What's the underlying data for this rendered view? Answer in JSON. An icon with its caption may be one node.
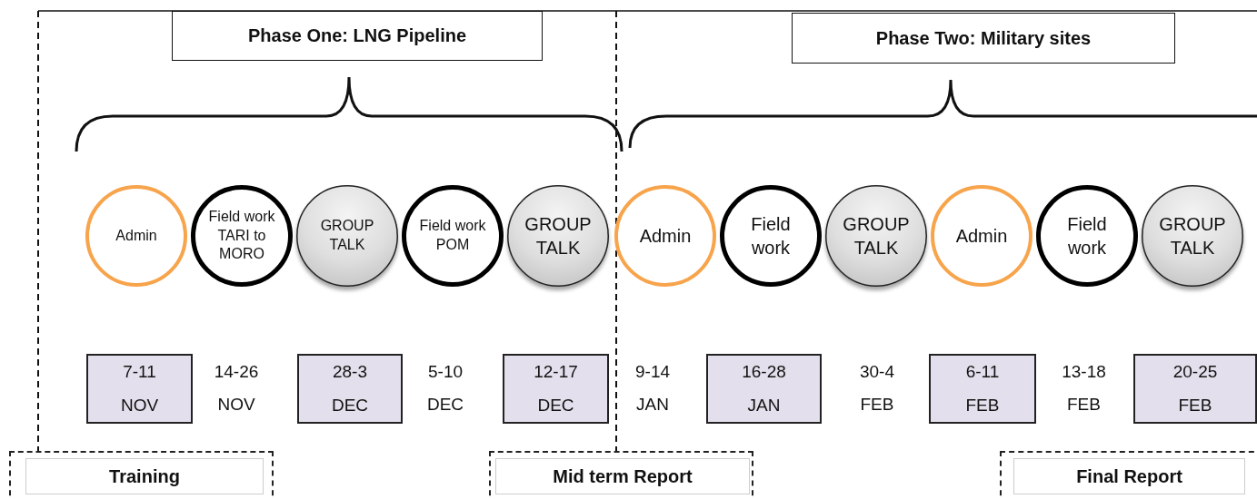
{
  "diagram": {
    "nodes": [
      {
        "text": [
          "Phase One: LNG Pipeline"
        ]
      },
      {
        "text": [
          "Phase Two: Military sites"
        ]
      },
      {
        "text": [
          "Admin"
        ]
      },
      {
        "text": [
          "Field work TARI to MORO"
        ]
      },
      {
        "text": [
          "GROUP TALK"
        ]
      },
      {
        "text": [
          "Field work POM"
        ]
      },
      {
        "text": [
          "GROUP TALK"
        ]
      },
      {
        "text": [
          "Admin"
        ]
      },
      {
        "text": [
          "Field work"
        ]
      },
      {
        "text": [
          "GROUP TALK"
        ]
      },
      {
        "text": [
          "Admin"
        ]
      },
      {
        "text": [
          "Field work"
        ]
      },
      {
        "text": [
          "GROUP TALK"
        ]
      },
      {
        "text": [
          "7-11 NOV"
        ]
      },
      {
        "text": [
          "28-3 DEC"
        ]
      },
      {
        "text": [
          "12-17 DEC"
        ]
      },
      {
        "text": [
          "16-28 JAN"
        ]
      },
      {
        "text": [
          "6-11 FEB"
        ]
      },
      {
        "text": [
          "20-25 FEB"
        ]
      },
      {
        "text": [
          "Training"
        ]
      },
      {
        "text": [
          "Mid term Report"
        ]
      },
      {
        "text": [
          "Final Report"
        ]
      }
    ],
    "edges": [],
    "labels": [
      "14-26 NOV",
      "5-10 DEC",
      "9-14 JAN",
      "30-4 FEB",
      "13-18 FEB"
    ]
  }
}
